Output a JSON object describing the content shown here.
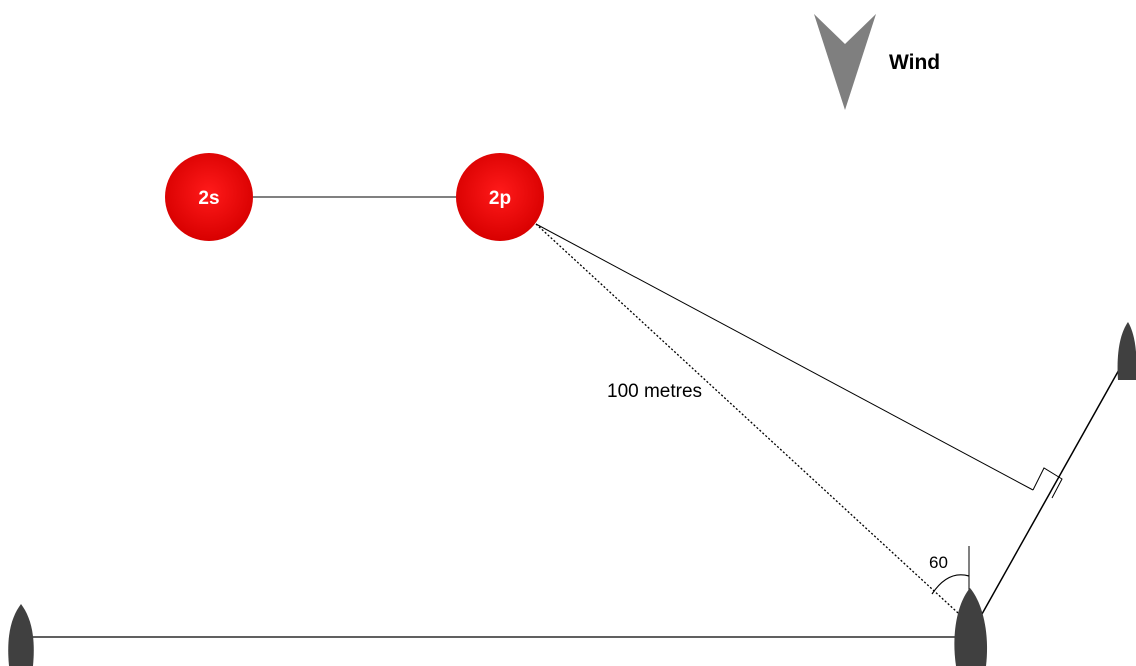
{
  "wind": {
    "label": "Wind",
    "arrow_color": "#7f7f7f"
  },
  "marks": [
    {
      "label": "2s",
      "color": "#e30000"
    },
    {
      "label": "2p",
      "color": "#e30000"
    }
  ],
  "distance_label": "100 metres",
  "angle_label": "60",
  "boat_color": "#404040"
}
